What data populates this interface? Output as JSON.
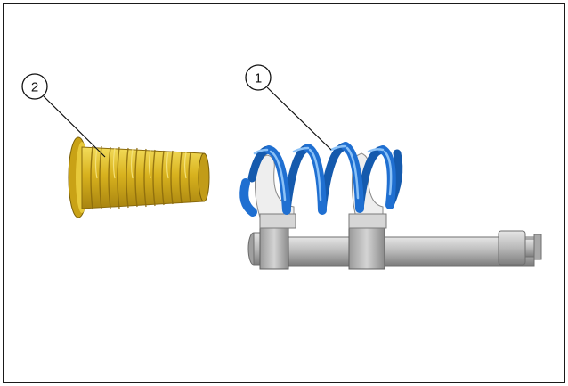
{
  "callouts": [
    {
      "number": "1",
      "part": "coil-spring"
    },
    {
      "number": "2",
      "part": "protective-boot"
    }
  ],
  "colors": {
    "spring": "#1f6fd1",
    "spring_light": "#7fb8f5",
    "boot": "#d8b21e",
    "boot_light": "#f3dc5a",
    "boot_dark": "#a88410",
    "metal": "#b9b9b9",
    "metal_dark": "#7d7d7d",
    "frame": "#1a1a1a"
  }
}
